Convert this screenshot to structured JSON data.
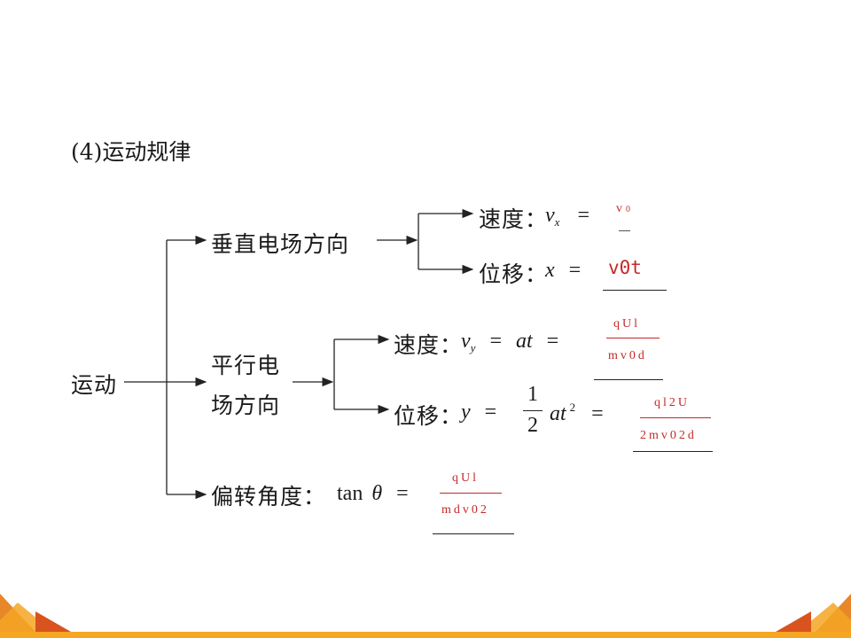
{
  "heading": "(4)运动规律",
  "root": "运动",
  "branch_perpendicular": "垂直电场方向",
  "branch_parallel_line1": "平行电",
  "branch_parallel_line2": "场方向",
  "branch_angle": "偏转角度",
  "colon": "：",
  "speed": "速度",
  "displacement": "位移",
  "perp": {
    "vx": "v",
    "vx_sub": "x",
    "eq": "=",
    "vx_value": "v",
    "vx_value_sub": "0",
    "x_var": "x",
    "x_value": "v0t"
  },
  "par": {
    "vy": "v",
    "vy_sub": "y",
    "eq": "=",
    "at": "at",
    "vy_num": "qUl",
    "vy_den": "mv0d",
    "y_var": "y",
    "half_num": "1",
    "half_den": "2",
    "at2": "at",
    "sq": "2",
    "y_num": "ql2U",
    "y_den": "2mv02d"
  },
  "angle": {
    "tan": "tan",
    "theta": "θ",
    "eq": "=",
    "num": "qUl",
    "den": "mdv02"
  },
  "colors": {
    "text": "#1a1a1a",
    "red": "#c62828",
    "accent": "#f0a020"
  }
}
